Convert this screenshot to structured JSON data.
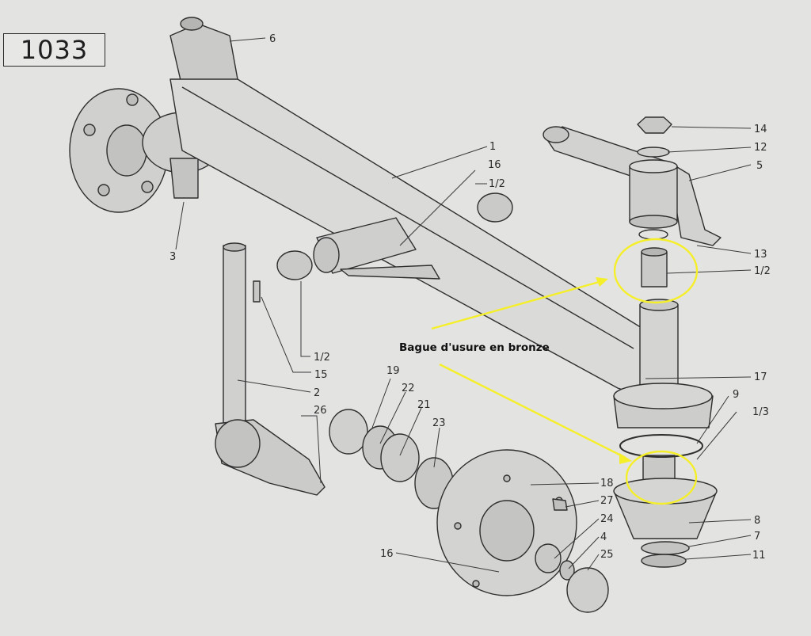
{
  "reference_number": "1033",
  "annotation": "Bague d'usure en bronze",
  "highlight_color": "#f5ef2a",
  "part_labels": [
    "6",
    "1",
    "16",
    "1/2",
    "3",
    "1/2",
    "15",
    "2",
    "19",
    "22",
    "21",
    "23",
    "26",
    "14",
    "12",
    "5",
    "13",
    "1/2",
    "17",
    "9",
    "1/3",
    "18",
    "27",
    "24",
    "4",
    "25",
    "16",
    "8",
    "7",
    "11"
  ]
}
